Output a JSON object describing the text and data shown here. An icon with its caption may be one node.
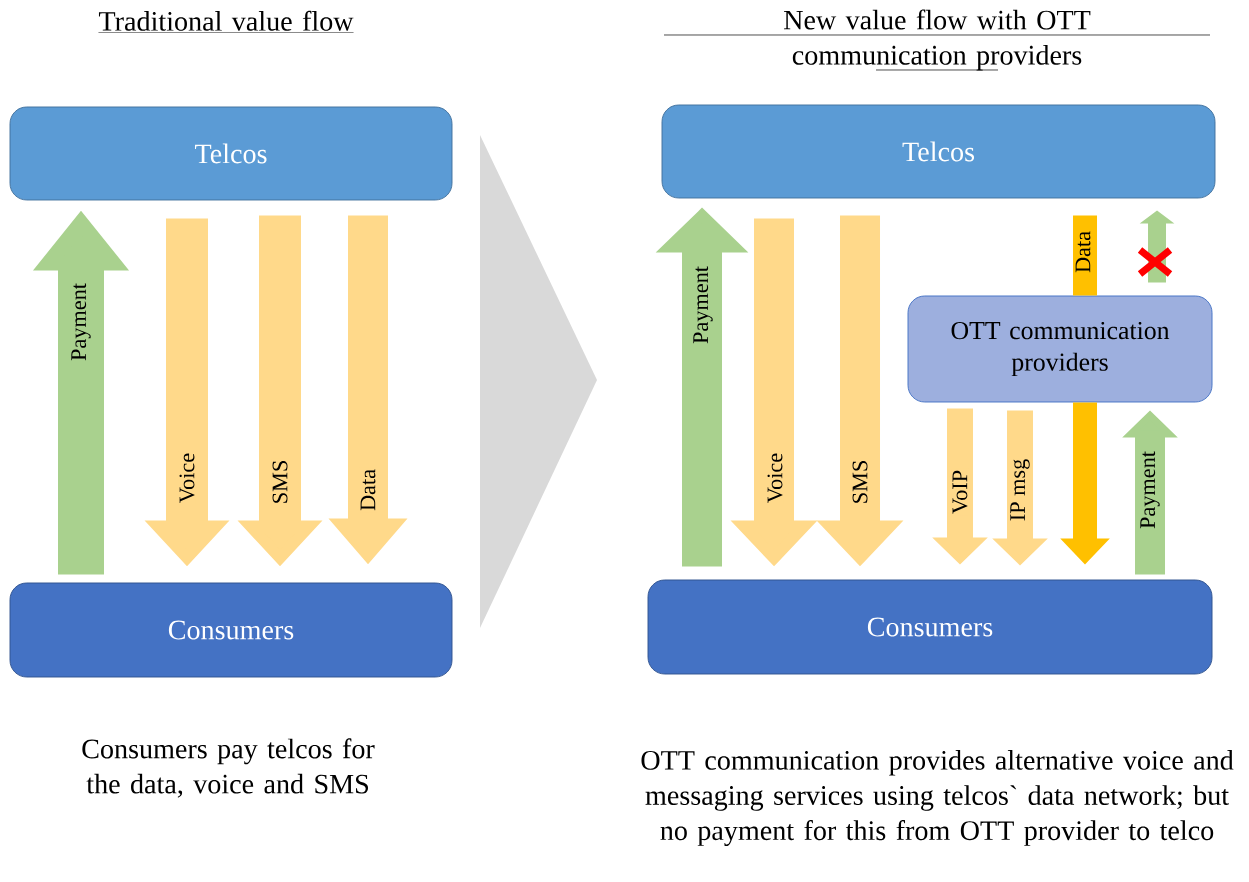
{
  "diagram": {
    "nodes": [
      {
        "text": [
          "Telcos"
        ]
      },
      {
        "text": [
          "Consumers"
        ]
      },
      {
        "text": [
          "Telcos"
        ]
      },
      {
        "text": [
          "OTT communication providers"
        ]
      },
      {
        "text": [
          "Consumers"
        ]
      }
    ],
    "edges": [
      {
        "from": 1,
        "to": 0,
        "arrow": "to",
        "label": "Payment",
        "color": "#a9d18e"
      },
      {
        "from": 0,
        "to": 1,
        "arrow": "to",
        "label": "Voice"
      },
      {
        "from": 0,
        "to": 1,
        "arrow": "to",
        "label": "SMS"
      },
      {
        "from": 0,
        "to": 1,
        "arrow": "to",
        "label": "Data"
      },
      {
        "from": 4,
        "to": 2,
        "arrow": "to",
        "label": "Payment",
        "color": "#a9d18e"
      },
      {
        "from": 2,
        "to": 4,
        "arrow": "to",
        "label": "Voice"
      },
      {
        "from": 2,
        "to": 4,
        "arrow": "to",
        "label": "SMS"
      },
      {
        "from": 2,
        "to": 3,
        "arrow": "none",
        "label": "Data",
        "color": "#ffc000"
      },
      {
        "from": 3,
        "to": 4,
        "arrow": "to",
        "color": "#ffc000"
      },
      {
        "from": 3,
        "to": 4,
        "arrow": "to",
        "label": "VoIP"
      },
      {
        "from": 3,
        "to": 4,
        "arrow": "to",
        "label": "IP msg"
      },
      {
        "from": 4,
        "to": 3,
        "arrow": "to",
        "label": "Payment",
        "color": "#a9d18e"
      },
      {
        "from": 3,
        "to": 2,
        "arrow": "to",
        "color": "#a9d18e"
      }
    ],
    "labels": [
      "Traditional value flow",
      "New value flow with OTT communication providers",
      "Consumers pay telcos for the data, voice and SMS",
      "OTT communication provides alternative voice and messaging services using telcos` data network; but no payment for this from OTT provider to telco"
    ]
  }
}
